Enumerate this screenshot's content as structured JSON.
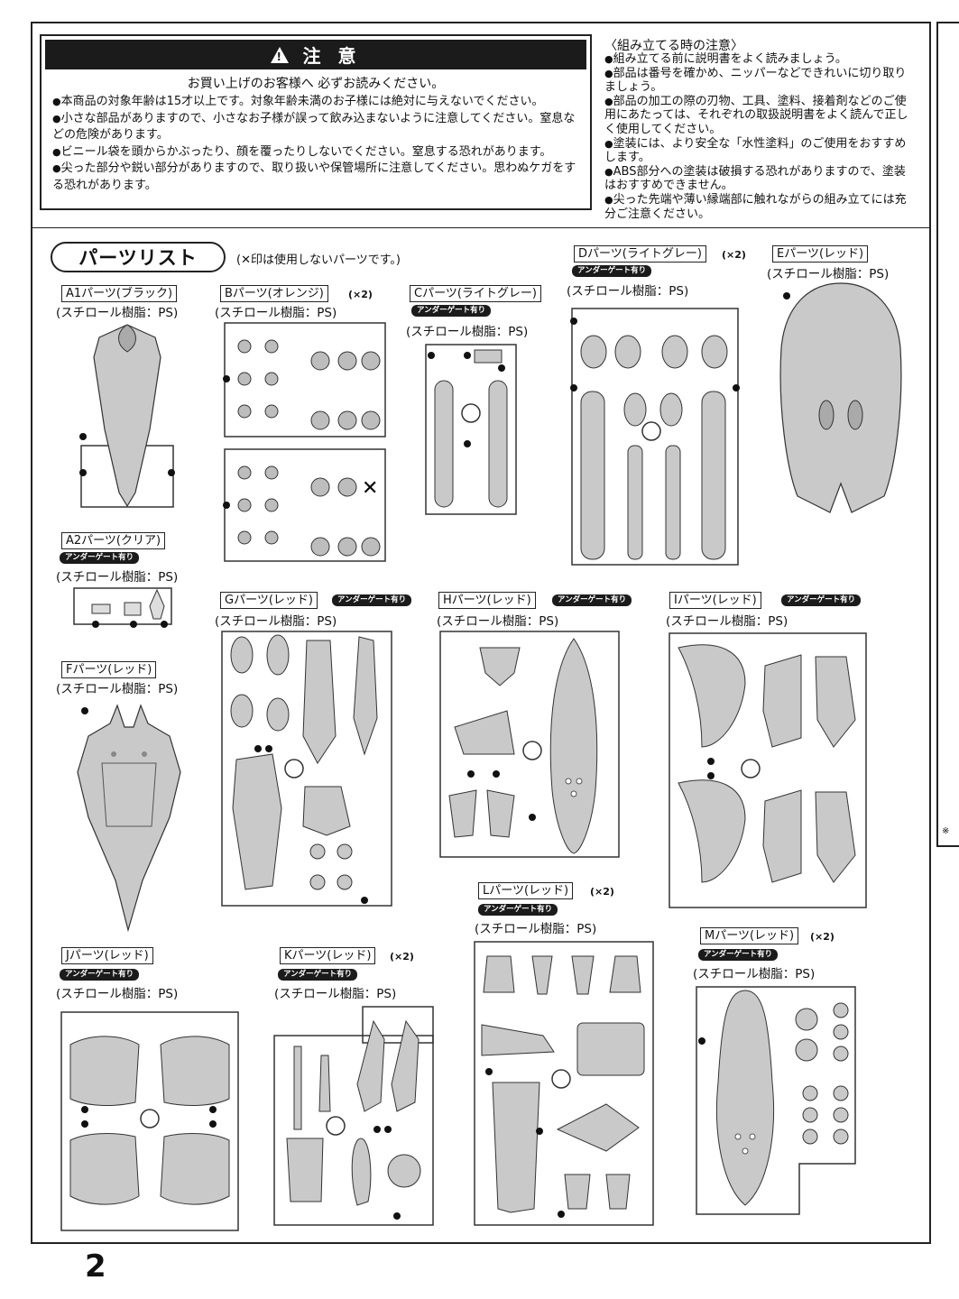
{
  "caution": {
    "title": "注 意",
    "subtitle": "お買い上げのお客様へ 必ずお読みください。",
    "items": [
      "本商品の対象年齢は15才以上です。対象年齢未満のお子様には絶対に与えないでください。",
      "小さな部品がありますので、小さなお子様が誤って飲み込まないように注意してください。窒息などの危険があります。",
      "ビニール袋を頭からかぶったり、顔を覆ったりしないでください。窒息する恐れがあります。",
      "尖った部分や鋭い部分がありますので、取り扱いや保管場所に注意してください。思わぬケガをする恐れがあります。"
    ]
  },
  "assembly": {
    "title": "〈組み立てる時の注意〉",
    "items": [
      "組み立てる前に説明書をよく読みましょう。",
      "部品は番号を確かめ、ニッパーなどできれいに切り取りましょう。",
      "部品の加工の際の刃物、工具、塗料、接着剤などのご使用にあたっては、それぞれの取扱説明書をよく読んで正しく使用してください。",
      "塗装には、より安全な「水性塗料」のご使用をおすすめします。",
      "ABS部分への塗装は破損する恐れがありますので、塗装はおすすめできません。",
      "尖った先端や薄い縁端部に触れながらの組み立てには充分ご注意ください。"
    ]
  },
  "parts_list": {
    "title": "パーツリスト",
    "note": "(✕印は使用しないパーツです。)",
    "badge_text": "アンダーゲート有り",
    "material": "(スチロール樹脂：PS)",
    "parts": {
      "A1": {
        "label": "A1パーツ(ブラック)",
        "mult": ""
      },
      "A2": {
        "label": "A2パーツ(クリア)",
        "mult": ""
      },
      "B": {
        "label": "Bパーツ(オレンジ)",
        "mult": "(×2)"
      },
      "C": {
        "label": "Cパーツ(ライトグレー)",
        "mult": ""
      },
      "D": {
        "label": "Dパーツ(ライトグレー)",
        "mult": "(×2)"
      },
      "E": {
        "label": "Eパーツ(レッド)",
        "mult": ""
      },
      "F": {
        "label": "Fパーツ(レッド)",
        "mult": ""
      },
      "G": {
        "label": "Gパーツ(レッド)",
        "mult": ""
      },
      "H": {
        "label": "Hパーツ(レッド)",
        "mult": ""
      },
      "I": {
        "label": "Iパーツ(レッド)",
        "mult": ""
      },
      "J": {
        "label": "Jパーツ(レッド)",
        "mult": ""
      },
      "K": {
        "label": "Kパーツ(レッド)",
        "mult": "(×2)"
      },
      "L": {
        "label": "Lパーツ(レッド)",
        "mult": "(×2)"
      },
      "M": {
        "label": "Mパーツ(レッド)",
        "mult": "(×2)"
      }
    }
  },
  "page_number": "2"
}
